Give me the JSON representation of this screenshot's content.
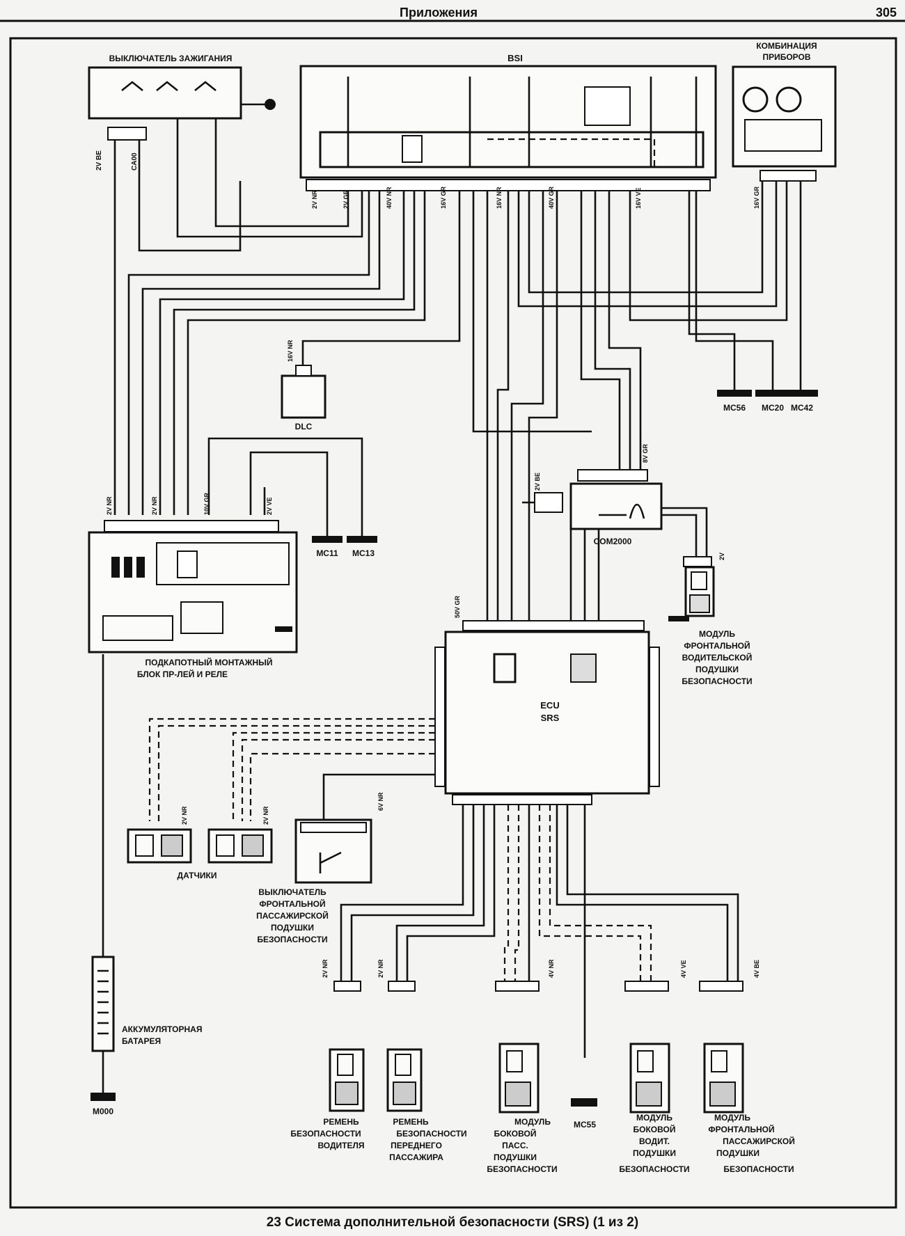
{
  "header": {
    "section": "Приложения",
    "page_number": "305"
  },
  "caption": "23 Система дополнительной безопасности (SRS) (1 из 2)",
  "components": {
    "ignition_switch": "ВЫКЛЮЧАТЕЛЬ ЗАЖИГАНИЯ",
    "bsi": "BSI",
    "instrument_cluster": [
      "КОМБИНАЦИЯ",
      "ПРИБОРОВ"
    ],
    "dlc": "DLC",
    "com2000": "COM2000",
    "underhood_box": [
      "ПОДКАПОТНЫЙ МОНТАЖНЫЙ",
      "БЛОК ПР-ЛЕЙ И РЕЛЕ"
    ],
    "ecu": [
      "ECU",
      "SRS"
    ],
    "driver_airbag": [
      "МОДУЛЬ",
      "ФРОНТАЛЬНОЙ",
      "ВОДИТЕЛЬСКОЙ",
      "ПОДУШКИ",
      "БЕЗОПАСНОСТИ"
    ],
    "sensors": "ДАТЧИКИ",
    "pass_airbag_switch": [
      "ВЫКЛЮЧАТЕЛЬ",
      "ФРОНТАЛЬНОЙ",
      "ПАССАЖИРСКОЙ",
      "ПОДУШКИ",
      "БЕЗОПАСНОСТИ"
    ],
    "battery": [
      "АККУМУЛЯТОРНАЯ",
      "БАТАРЕЯ"
    ],
    "driver_belt": [
      "РЕМЕНЬ",
      "БЕЗОПАСНОСТИ",
      "ВОДИТЕЛЯ"
    ],
    "front_pass_belt": [
      "РЕМЕНЬ",
      "БЕЗОПАСНОСТИ",
      "ПЕРЕДНЕГО",
      "ПАССАЖИРА"
    ],
    "side_pass_airbag": [
      "МОДУЛЬ",
      "БОКОВОЙ",
      "ПАСС.",
      "ПОДУШКИ",
      "БЕЗОПАСНОСТИ"
    ],
    "side_driver_airbag": [
      "МОДУЛЬ",
      "БОКОВОЙ",
      "ВОДИТ.",
      "ПОДУШКИ",
      "БЕЗОПАСНОСТИ"
    ],
    "front_pass_airbag": [
      "МОДУЛЬ",
      "ФРОНТАЛЬНОЙ",
      "ПАССАЖИРСКОЙ",
      "ПОДУШКИ",
      "БЕЗОПАСНОСТИ"
    ]
  },
  "grounds": {
    "mc56": "MC56",
    "mc20": "MC20",
    "mc42": "MC42",
    "mc11": "MC11",
    "mc13": "MC13",
    "mc55": "MC55",
    "m000": "M000"
  },
  "connector_codes": {
    "ign": [
      "2V BE",
      "CA00"
    ],
    "bsi_a": "2V NR",
    "bsi_b": "2V GR",
    "bsi_c": "40V NR",
    "bsi_d": "16V GR",
    "bsi_e": "16V NR",
    "bsi_f": "40V GR",
    "bsi_g": "16V VE",
    "inst": "16V GR",
    "dlc": "16V NR",
    "com": "8V GR",
    "com_side": "2V BE",
    "bx_a": "2V NR",
    "bx_b": "2V NR",
    "bx_c": "10V GR",
    "bx_d": "2V VE",
    "ecu_pwr": "50V GR",
    "srs_sens1": "2V NR",
    "srs_sens2": "2V NR",
    "srs_sw": "6V NR",
    "belt1": "2V NR",
    "belt2": "2V NR",
    "side1": "4V NR",
    "side2": "4V VE",
    "fp": "4V BE",
    "airbag_drv": "2V"
  }
}
